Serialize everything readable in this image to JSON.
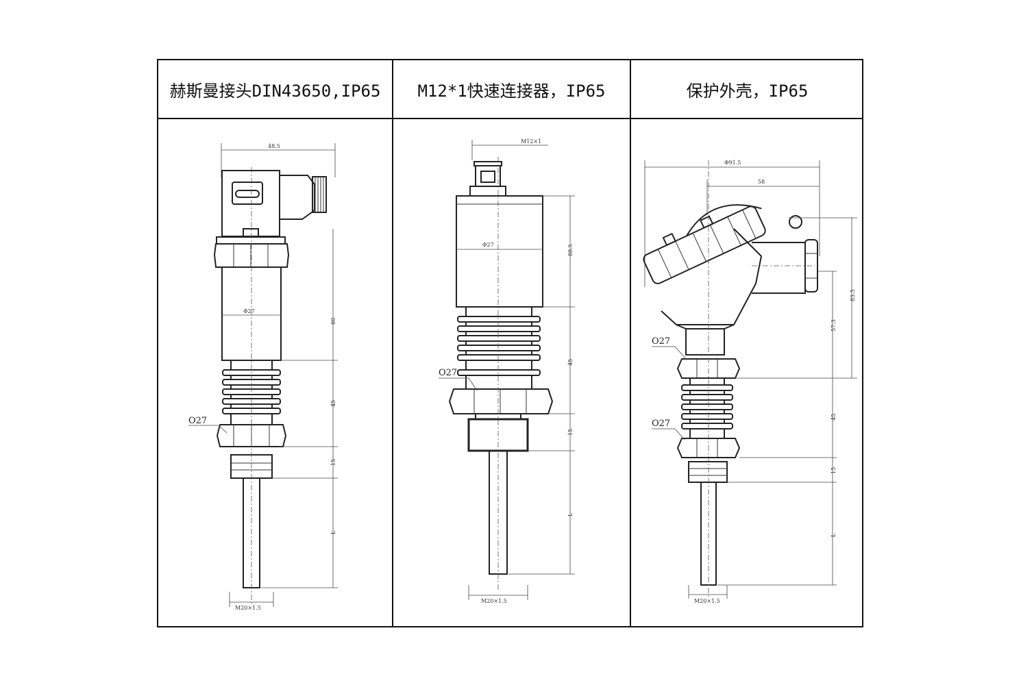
{
  "columns": [
    {
      "header": "赫斯曼接头DIN43650,IP65",
      "dims": {
        "top_width": "48.5",
        "upper_body": "80",
        "body_dia": "Φ27",
        "fins": "45",
        "thread_len": "15",
        "stem": "L",
        "thread": "M20×1.5",
        "hex": "O27"
      }
    },
    {
      "header": "M12*1快速连接器，IP65",
      "dims": {
        "connector": "M12×1",
        "upper_body": "88.5",
        "body_dia": "Φ27",
        "fins": "45",
        "thread_len": "15",
        "stem": "L",
        "thread": "M20×1.5",
        "hex": "O27"
      }
    },
    {
      "header": "保护外壳，IP65",
      "dims": {
        "overall_width": "Φ91.5",
        "cap_width": "58",
        "head_height": "83.5",
        "neck_height": "57.3",
        "fins": "45",
        "thread_len": "15",
        "stem": "L",
        "thread": "M20×1.5",
        "hex_upper": "O27",
        "hex_lower": "O27"
      }
    }
  ]
}
